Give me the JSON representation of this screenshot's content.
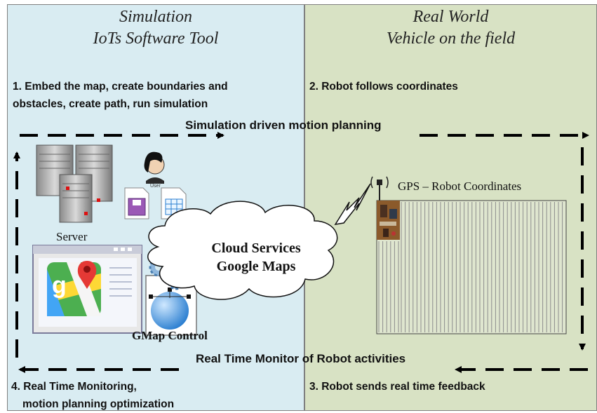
{
  "left_panel": {
    "title_line1": "Simulation",
    "title_line2": "IoTs Software Tool",
    "step1_line1": "1. Embed the map, create boundaries and",
    "step1_line2": "obstacles, create path, run simulation",
    "step4_line1": "4. Real Time Monitoring,",
    "step4_line2": "motion planning optimization"
  },
  "right_panel": {
    "title_line1": "Real World",
    "title_line2": "Vehicle on the field",
    "step2": "2. Robot follows coordinates",
    "step3": "3. Robot  sends real time feedback"
  },
  "flow": {
    "top_label": "Simulation driven motion planning",
    "bottom_label": "Real Time Monitor of Robot activities"
  },
  "components": {
    "server_label": "Server",
    "user_label": "User",
    "cloud_line1": "Cloud Services",
    "cloud_line2": "Google Maps",
    "gmap_label": "GMap Control",
    "gps_label": "GPS – Robot Coordinates"
  },
  "colors": {
    "left_bg": "#d9ecf2",
    "right_bg": "#d8e2c4",
    "arrow": "#000000"
  }
}
